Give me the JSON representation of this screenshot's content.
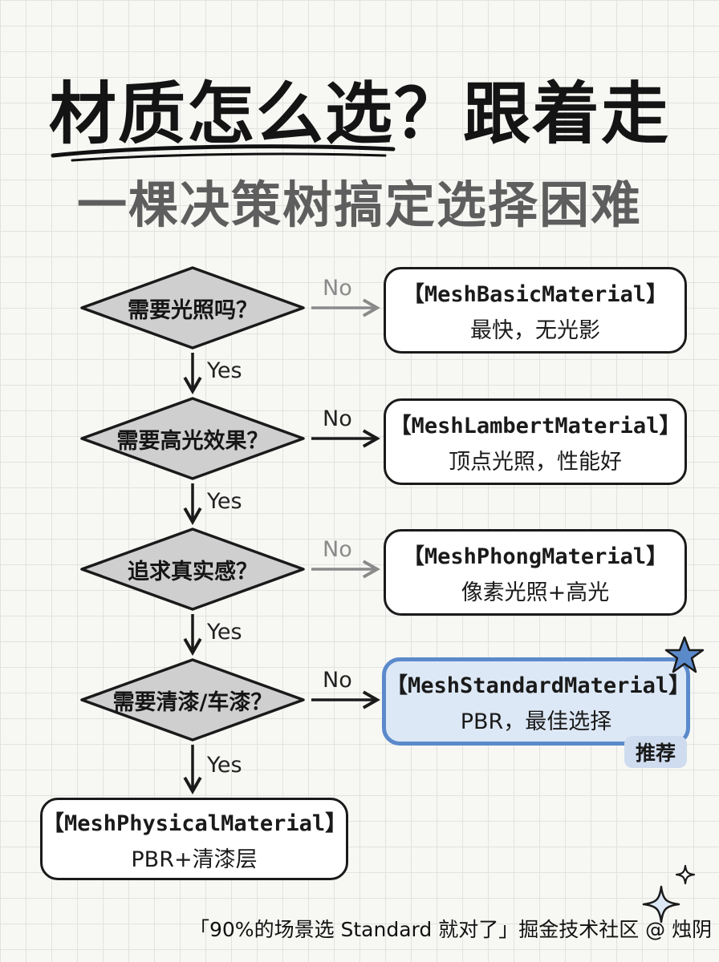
{
  "header": {
    "title": "材质怎么选？跟着走",
    "subtitle": "一棵决策树搞定选择困难"
  },
  "flow": {
    "questions": [
      "需要光照吗？",
      "需要高光效果？",
      "追求真实感？",
      "需要清漆/车漆？"
    ],
    "no_label": "No",
    "yes_label": "Yes",
    "results": [
      {
        "name": "【MeshBasicMaterial】",
        "desc": "最快，无光影"
      },
      {
        "name": "【MeshLambertMaterial】",
        "desc": "顶点光照，性能好"
      },
      {
        "name": "【MeshPhongMaterial】",
        "desc": "像素光照+高光"
      },
      {
        "name": "【MeshStandardMaterial】",
        "desc": "PBR，最佳选择"
      }
    ],
    "final": {
      "name": "【MeshPhysicalMaterial】",
      "desc": "PBR+清漆层"
    },
    "badge": "推荐"
  },
  "footer": {
    "text": "「90%的场景选 Standard 就对了」",
    "watermark": "掘金技术社区 @ 烛阴"
  },
  "colors": {
    "diamond_fill": "#cfcfcf",
    "highlight_fill": "#dde8f6",
    "highlight_border": "#5b8acb",
    "star": "#5b8acb"
  }
}
